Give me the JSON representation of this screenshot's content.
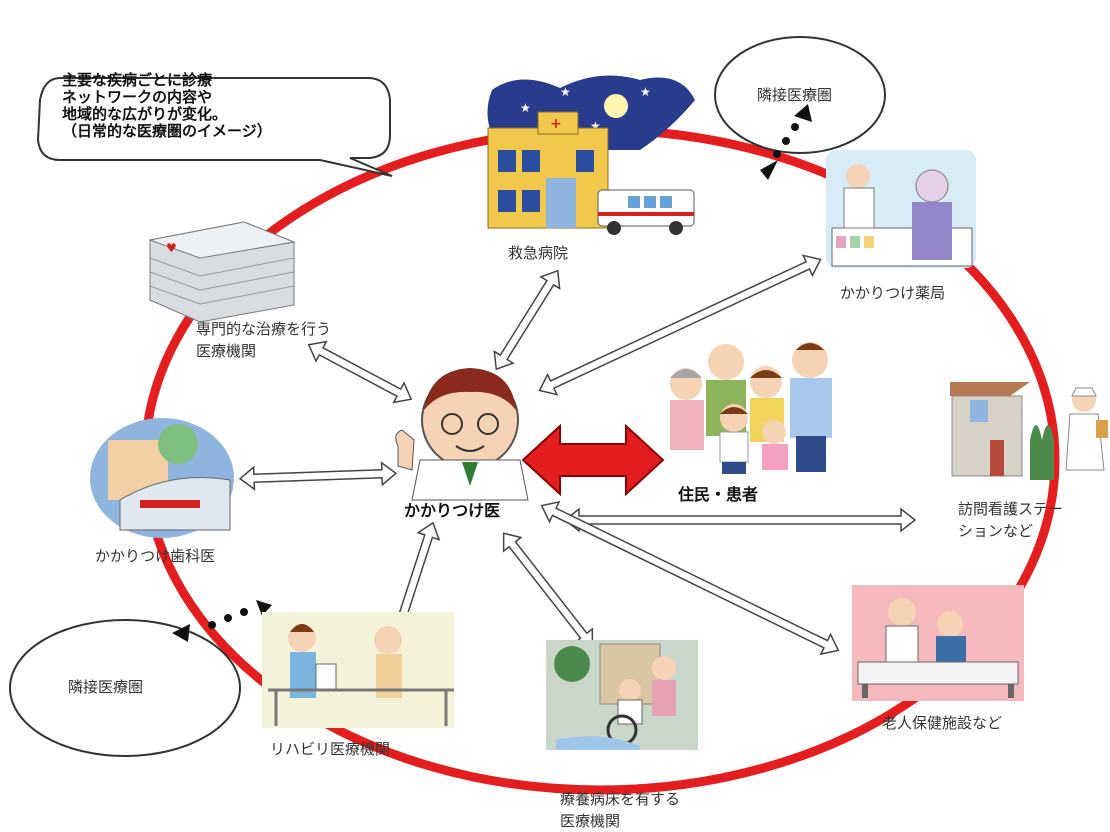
{
  "note": {
    "lines": [
      "主要な疾病ごとに診療",
      "ネットワークの内容や",
      "地域的な広がりが変化。",
      "（日常的な医療圏のイメージ）"
    ]
  },
  "adjacent_bubbles": {
    "top_right": "隣接医療圏",
    "bottom_left": "隣接医療圏"
  },
  "center": {
    "doctor": "かかりつけ医",
    "residents": "住民・患者"
  },
  "nodes": {
    "emergency_hospital": [
      "救急病院"
    ],
    "pharmacy": [
      "かかりつけ薬局"
    ],
    "specialist": [
      "専門的な治療を行う",
      "医療機関"
    ],
    "dentist": [
      "かかりつけ歯科医"
    ],
    "home_nursing": [
      "訪問看護ステー",
      "ションなど"
    ],
    "elderly_facility": [
      "老人保健施設など"
    ],
    "rehab": [
      "リハビリ医療機関"
    ],
    "long_term_care": [
      "療養病床を有する",
      "医療機関"
    ]
  },
  "colors": {
    "ring": "#e41e1e",
    "connector_arrow": "#ffffff",
    "main_arrow": "#e41e1e",
    "bubble_border": "#333333"
  }
}
